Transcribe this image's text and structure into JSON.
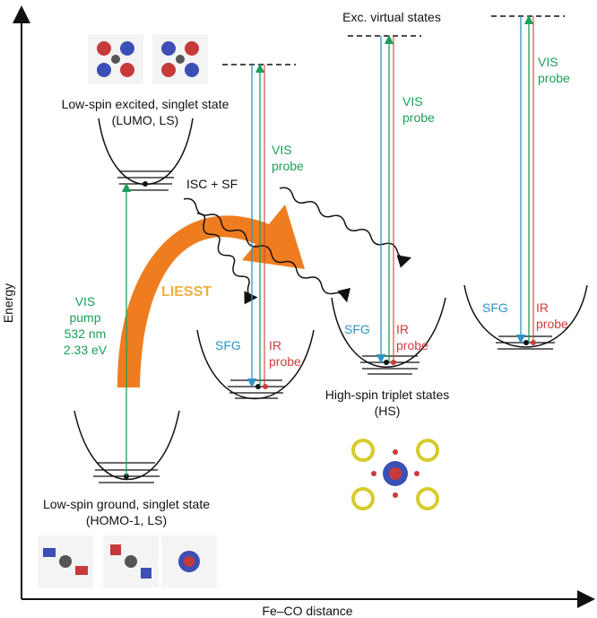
{
  "axes": {
    "y_label": "Energy",
    "x_label": "Fe–CO distance"
  },
  "states": {
    "ground": {
      "line1": "Low-spin ground, singlet state",
      "line2": "(HOMO-1, LS)"
    },
    "excited": {
      "line1": "Low-spin excited, singlet state",
      "line2": "(LUMO, LS)"
    },
    "high_spin": {
      "line1": "High-spin triplet states",
      "line2": "(HS)"
    },
    "virtual": "Exc. virtual states"
  },
  "pump": {
    "line1": "VIS",
    "line2": "pump",
    "line3": "532 nm",
    "line4": "2.33 eV"
  },
  "process": {
    "isc": "ISC + SF",
    "liesst": "LIESST"
  },
  "probes": {
    "vis_line1": "VIS",
    "vis_line2": "probe",
    "sfg": "SFG",
    "ir_line1": "IR",
    "ir_line2": "probe"
  },
  "colors": {
    "green": "#1aa05a",
    "blue": "#2e93c8",
    "red": "#d03c3c",
    "orange": "#ef7d1f",
    "black": "#111111"
  }
}
